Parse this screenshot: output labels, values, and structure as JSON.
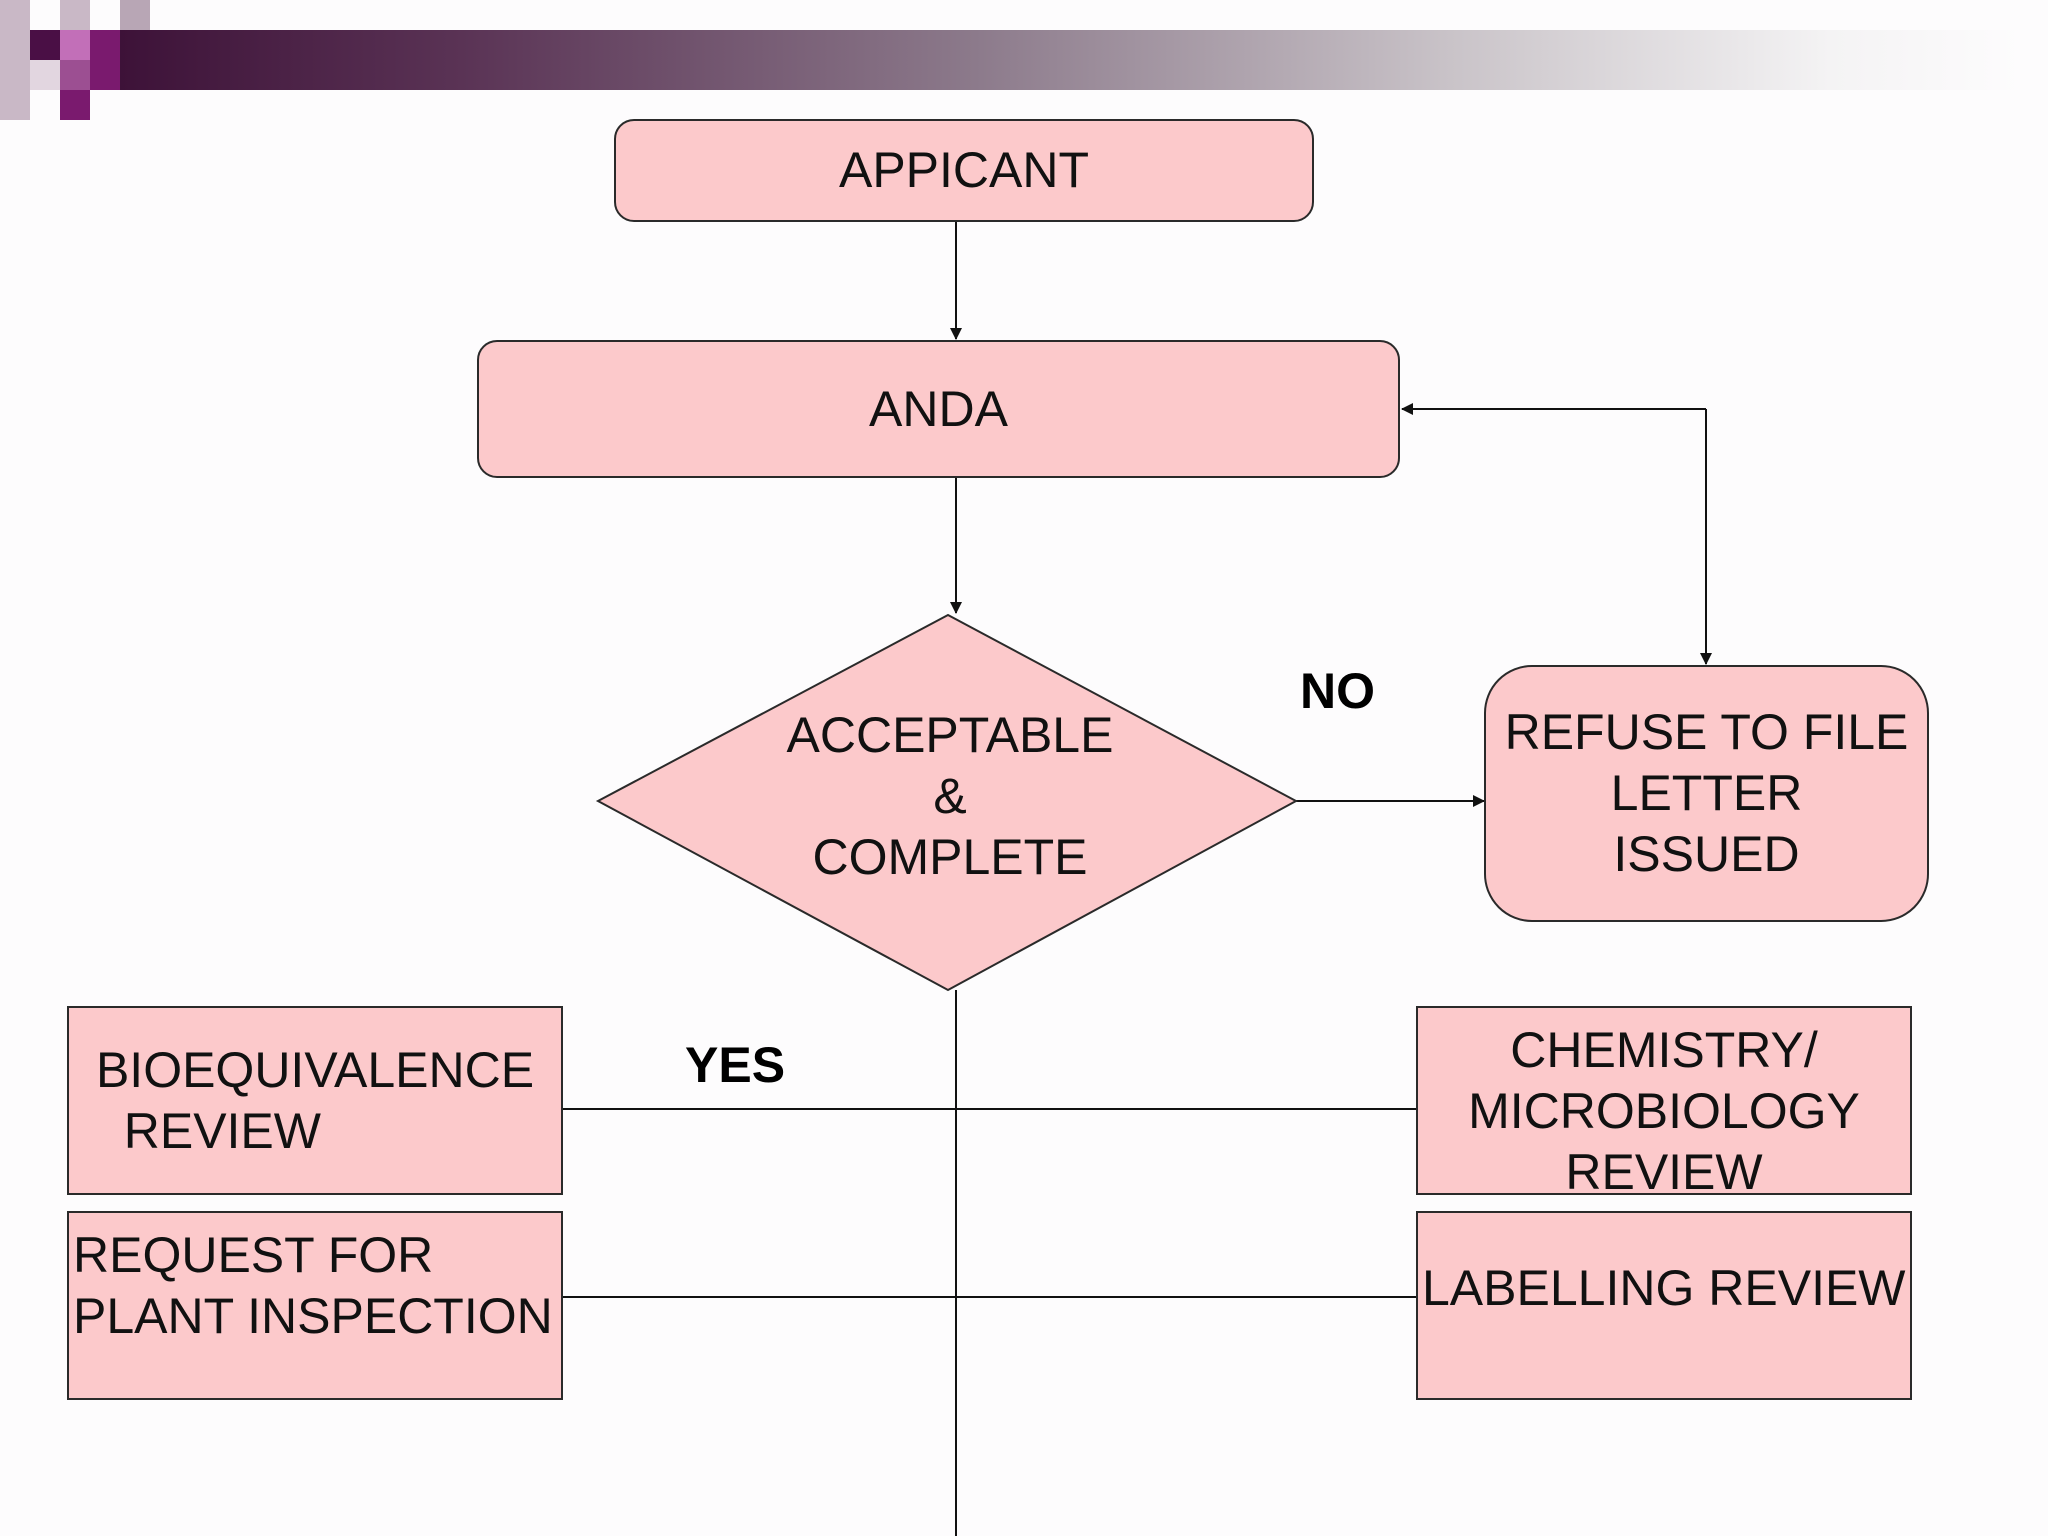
{
  "nodes": {
    "applicant": "APPICANT",
    "anda": "ANDA",
    "decision": "ACCEPTABLE\n&\nCOMPLETE",
    "refuse": "REFUSE TO FILE\nLETTER\nISSUED",
    "bioequivalence": "BIOEQUIVALENCE\n  REVIEW",
    "plant_inspection": "REQUEST FOR\nPLANT INSPECTION",
    "chemistry": "CHEMISTRY/\nMICROBIOLOGY\nREVIEW",
    "labelling": "LABELLING REVIEW"
  },
  "edge_labels": {
    "no": "NO",
    "yes": "YES"
  },
  "colors": {
    "box_fill": "#fcc9cb",
    "stroke": "#2a2a2a",
    "accent_purple": "#7a1a6e"
  }
}
